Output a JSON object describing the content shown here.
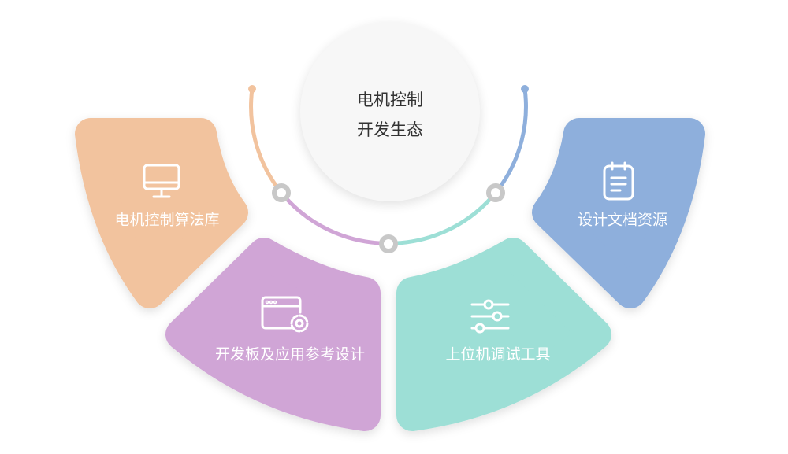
{
  "center": {
    "line1": "电机控制",
    "line2": "开发生态"
  },
  "items": [
    {
      "label": "电机控制算法库",
      "icon": "monitor-icon",
      "color": "#f2c39e"
    },
    {
      "label": "开发板及应用参考设计",
      "icon": "browser-gear-icon",
      "color": "#d0a5d6"
    },
    {
      "label": "上位机调试工具",
      "icon": "sliders-icon",
      "color": "#9ddfd6"
    },
    {
      "label": "设计文档资源",
      "icon": "notepad-icon",
      "color": "#8eafdc"
    }
  ],
  "node_color": "#c8c8c8"
}
